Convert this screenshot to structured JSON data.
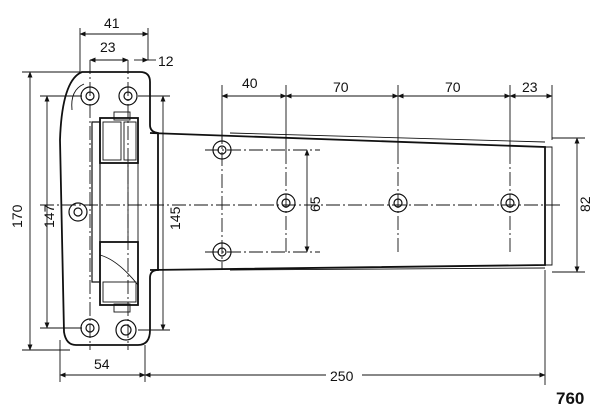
{
  "drawing": {
    "dimensions": {
      "w41": "41",
      "w23_top": "23",
      "w12": "12",
      "s40": "40",
      "s70a": "70",
      "s70b": "70",
      "s23": "23",
      "h170": "170",
      "h147": "147",
      "h145": "145",
      "h65": "65",
      "h82": "82",
      "w54": "54",
      "w250": "250"
    },
    "reference": "760"
  }
}
